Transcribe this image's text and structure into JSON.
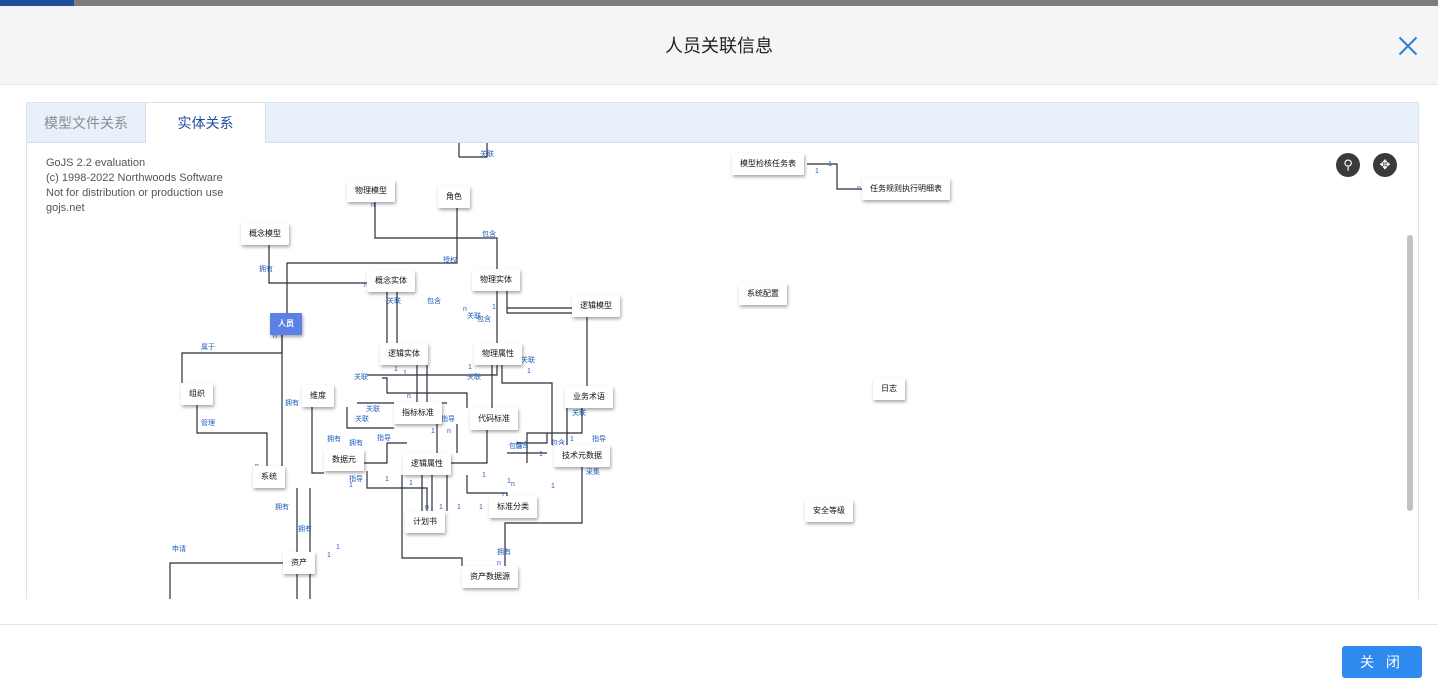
{
  "dialog": {
    "title": "人员关联信息",
    "close_button": "关 闭"
  },
  "tabs": [
    {
      "label": "模型文件关系",
      "active": false
    },
    {
      "label": "实体关系",
      "active": true
    }
  ],
  "watermark": "GoJS 2.2 evaluation\n(c) 1998-2022 Northwoods Software\nNot for distribution or production use\ngojs.net",
  "controls": {
    "zoom_icon": "search-icon",
    "pan_icon": "move-icon"
  },
  "colors": {
    "accent": "#2f8af0",
    "selected_node": "#5b80e6",
    "link_label": "#1f5fbf"
  },
  "diagram": {
    "nodes": [
      {
        "id": "wuli_moxing",
        "label": "物理模型"
      },
      {
        "id": "juese",
        "label": "角色"
      },
      {
        "id": "gainian_moxing",
        "label": "概念模型"
      },
      {
        "id": "gainian_shiti",
        "label": "概念实体"
      },
      {
        "id": "wuli_shiti",
        "label": "物理实体"
      },
      {
        "id": "luoji_moxing",
        "label": "逻辑模型"
      },
      {
        "id": "renyuan",
        "label": "人员",
        "selected": true
      },
      {
        "id": "luoji_shiti",
        "label": "逻辑实体"
      },
      {
        "id": "wuli_shuxing",
        "label": "物理属性"
      },
      {
        "id": "zuzhi",
        "label": "组织"
      },
      {
        "id": "weidu",
        "label": "维度"
      },
      {
        "id": "zhibiao_biaozhun",
        "label": "指标标准"
      },
      {
        "id": "daima_biaozhun",
        "label": "代码标准"
      },
      {
        "id": "yewu_shuyu",
        "label": "业务术语"
      },
      {
        "id": "shujuyuan",
        "label": "数据元"
      },
      {
        "id": "luoji_shuxing",
        "label": "逻辑属性"
      },
      {
        "id": "jishu_yuanshuju",
        "label": "技术元数据"
      },
      {
        "id": "xitong",
        "label": "系统"
      },
      {
        "id": "jihuashu",
        "label": "计划书"
      },
      {
        "id": "biaozhun_fenlei",
        "label": "标准分类"
      },
      {
        "id": "zichan",
        "label": "资产"
      },
      {
        "id": "zichan_shujuyuan",
        "label": "资产数据源"
      },
      {
        "id": "moxing_jiaohe",
        "label": "模型检核任务表"
      },
      {
        "id": "renwu_guize",
        "label": "任务规则执行明细表"
      },
      {
        "id": "xitong_peizhi",
        "label": "系统配置"
      },
      {
        "id": "rizhi",
        "label": "日志"
      },
      {
        "id": "anquan_dengji",
        "label": "安全等级"
      }
    ],
    "link_labels": [
      "关联",
      "包含",
      "授权",
      "拥有",
      "属于",
      "管理",
      "关联",
      "关联",
      "包含",
      "关联",
      "包含",
      "拥有",
      "关联",
      "关联",
      "关联",
      "关联",
      "拥有",
      "指导",
      "指导",
      "指导",
      "包含",
      "关联",
      "拥有",
      "拥有",
      "申请",
      "拥有",
      "采集",
      "包含",
      "指导",
      "拥有",
      "包含"
    ],
    "multiplicity": [
      "1",
      "n"
    ]
  }
}
